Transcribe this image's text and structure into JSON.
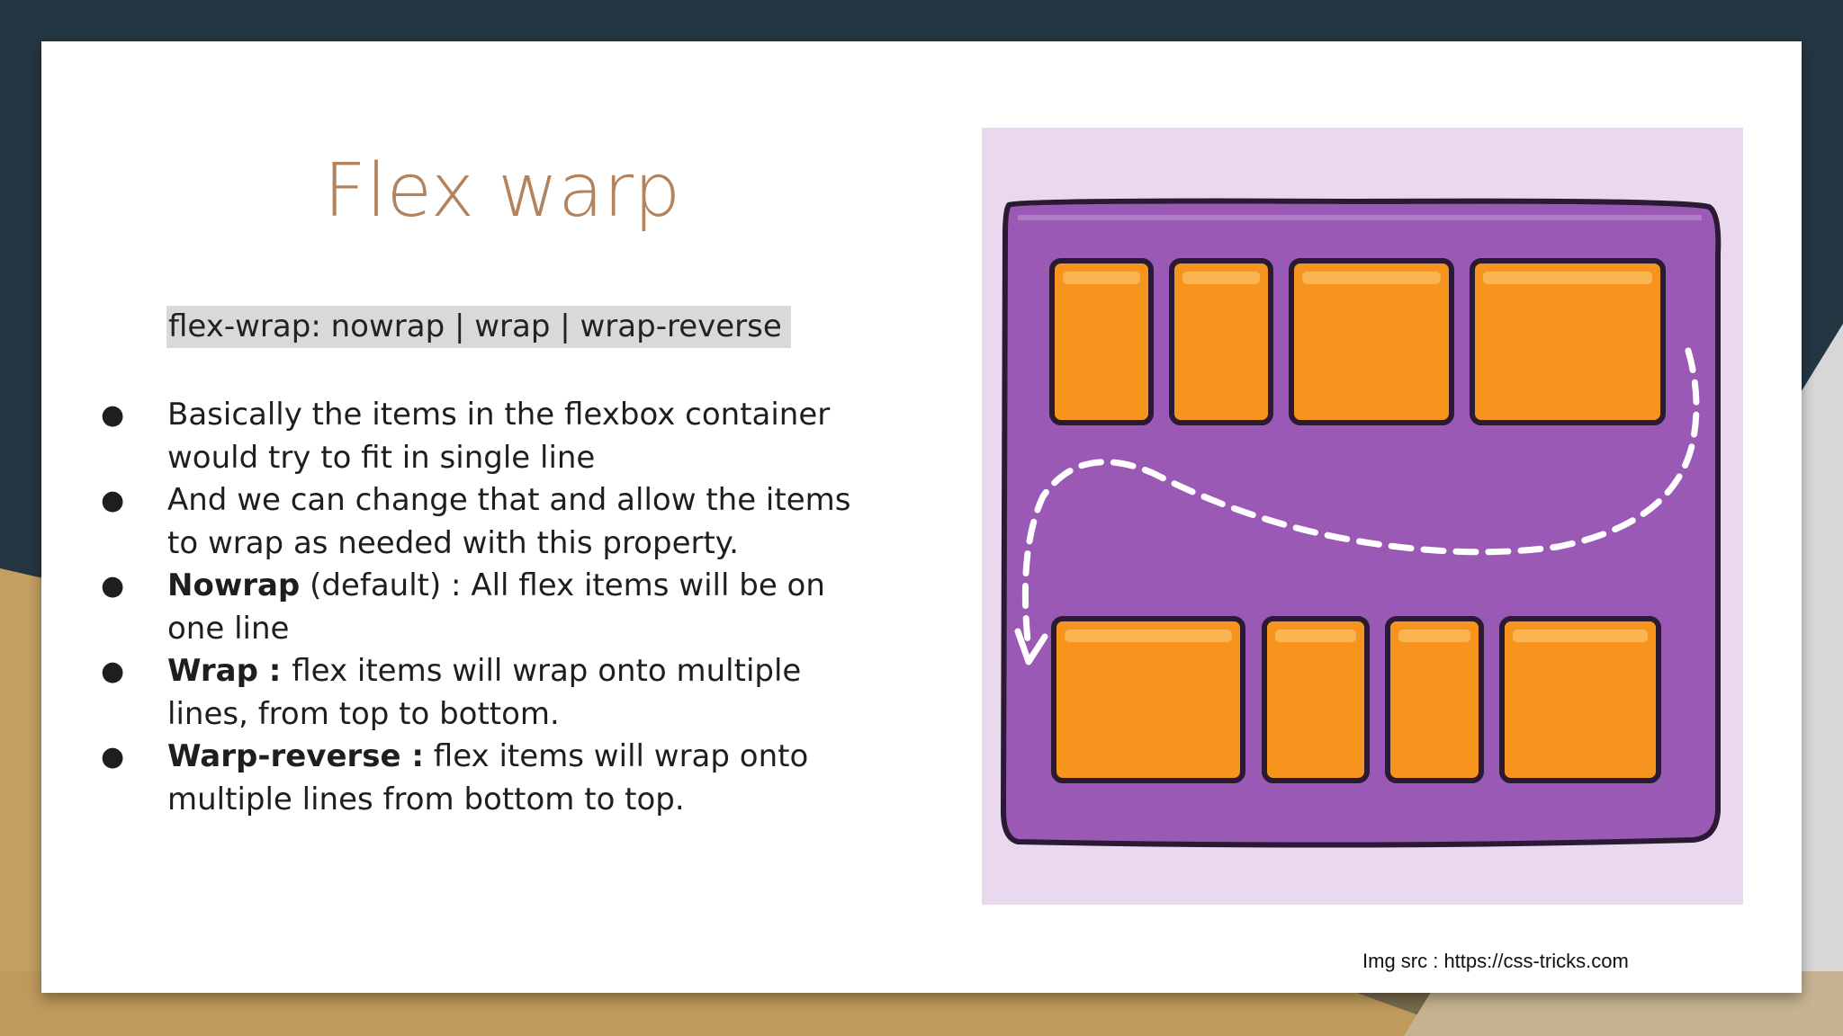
{
  "slide": {
    "title": "Flex warp",
    "syntax": "flex-wrap: nowrap | wrap | wrap-reverse",
    "bullet_glyph": "●",
    "bullets": [
      {
        "bold": "",
        "text": "Basically the items in the flexbox container would try to fit in single line"
      },
      {
        "bold": "",
        "text": "And we can change that and allow the items to wrap as needed with this property."
      },
      {
        "bold": "Nowrap",
        "text": " (default) : All flex items will be on one line"
      },
      {
        "bold": "Wrap : ",
        "text": " flex items will wrap onto multiple lines, from top to bottom."
      },
      {
        "bold": "Warp-reverse :",
        "text": " flex items will wrap onto multiple lines from bottom to top."
      }
    ],
    "image_credit": "Img src : https://css-tricks.com"
  },
  "theme": {
    "background_dark": "#233642",
    "background_gold": "#c3a060",
    "title_color": "#b3835d",
    "container_purple": "#9b59b6",
    "item_orange": "#f7941d",
    "figure_bg": "#ead8ef"
  },
  "figure": {
    "alt_icon": "flexbox-wrap-illustration-icon"
  }
}
